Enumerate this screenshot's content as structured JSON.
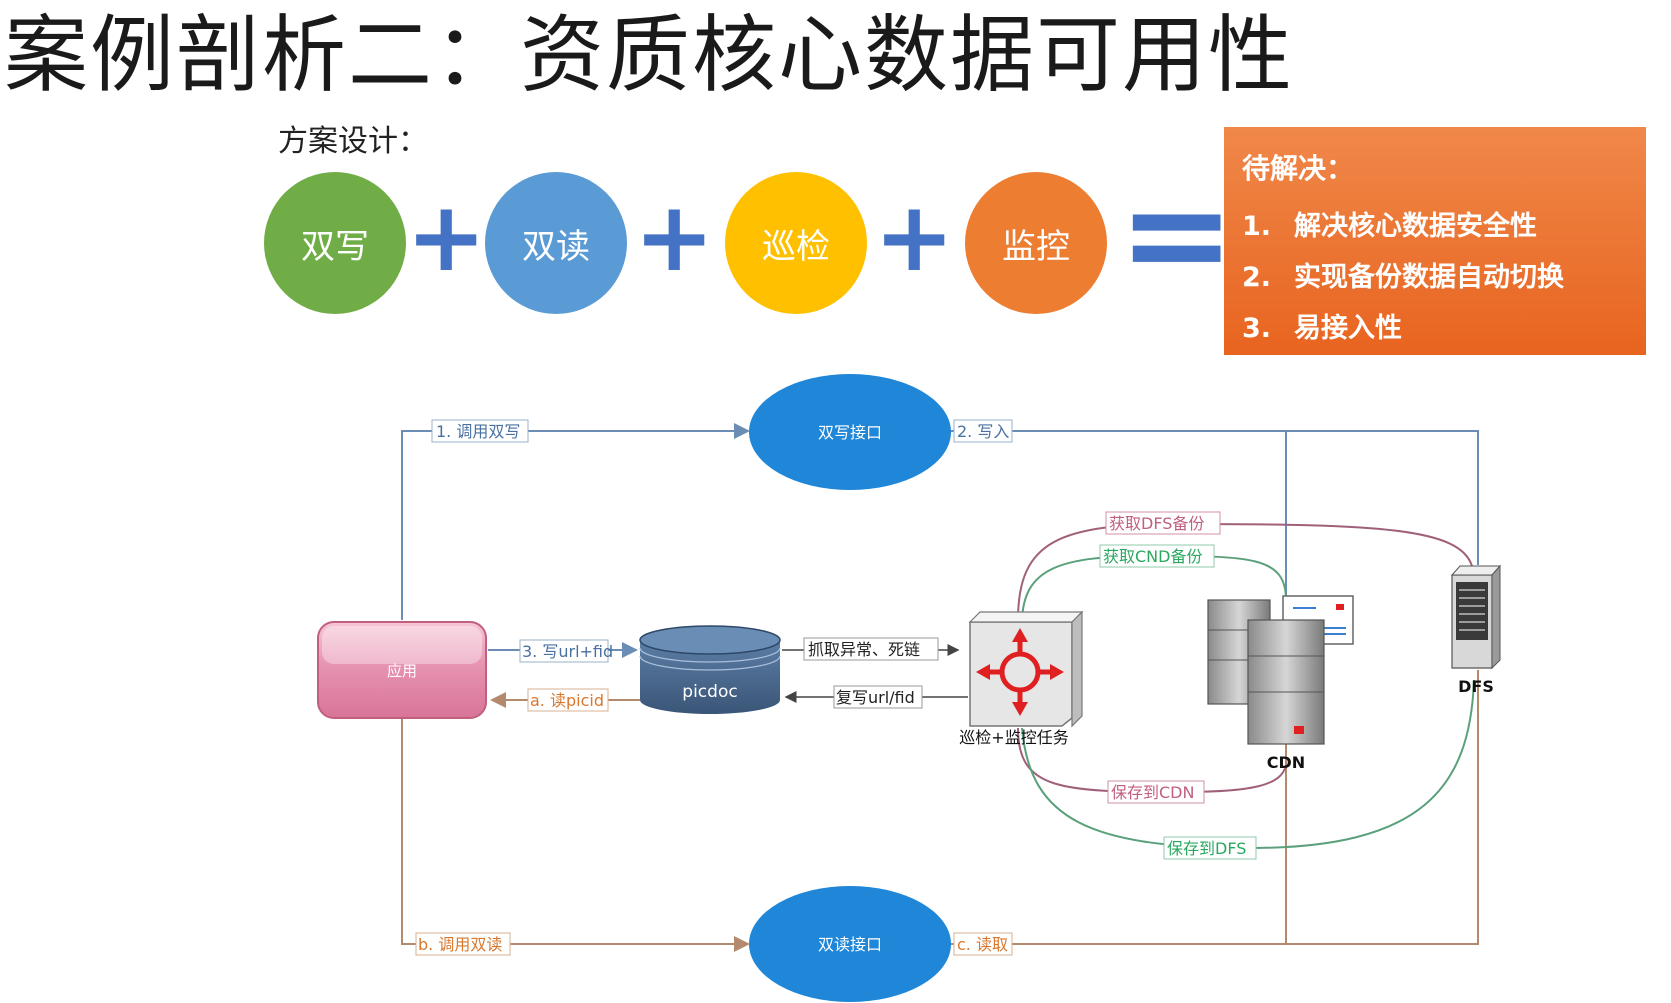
{
  "title": "案例剖析二：资质核心数据可用性",
  "subtitle": "方案设计：",
  "equation": {
    "circles": [
      {
        "label": "双写",
        "color": "#70ad47"
      },
      {
        "label": "双读",
        "color": "#5b9bd5"
      },
      {
        "label": "巡检",
        "color": "#ffc000"
      },
      {
        "label": "监控",
        "color": "#ed7d31"
      }
    ],
    "plus": "+",
    "equals": "="
  },
  "todo": {
    "heading": "待解决：",
    "items": [
      {
        "num": "1.",
        "text": "解决核心数据安全性"
      },
      {
        "num": "2.",
        "text": "实现备份数据自动切换"
      },
      {
        "num": "3.",
        "text": "易接入性"
      }
    ]
  },
  "diagram": {
    "nodes": {
      "app": "应用",
      "dual_write": "双写接口",
      "dual_read": "双读接口",
      "picdoc": "picdoc",
      "task": "巡检+监控任务",
      "cdn": "CDN",
      "dfs": "DFS"
    },
    "edges": {
      "e1": "1. 调用双写",
      "e2": "2. 写入",
      "e3": "3. 写url+fid",
      "ea": "a. 读picid",
      "eb": "b. 调用双读",
      "ec": "c. 读取",
      "grab": "抓取异常、死链",
      "rewrite": "复写url/fid",
      "get_dfs": "获取DFS备份",
      "get_cnd": "获取CND备份",
      "save_cdn": "保存到CDN",
      "save_dfs": "保存到DFS"
    },
    "colors": {
      "blue_line": "#6b8db5",
      "brown_line": "#b48a6e",
      "pink_line": "#a0607a",
      "green_line": "#5aa07a",
      "pink_text": "#c0607e",
      "green_text": "#2aa860",
      "blue_text": "#4a70a0",
      "orange_text": "#d8782e"
    }
  }
}
